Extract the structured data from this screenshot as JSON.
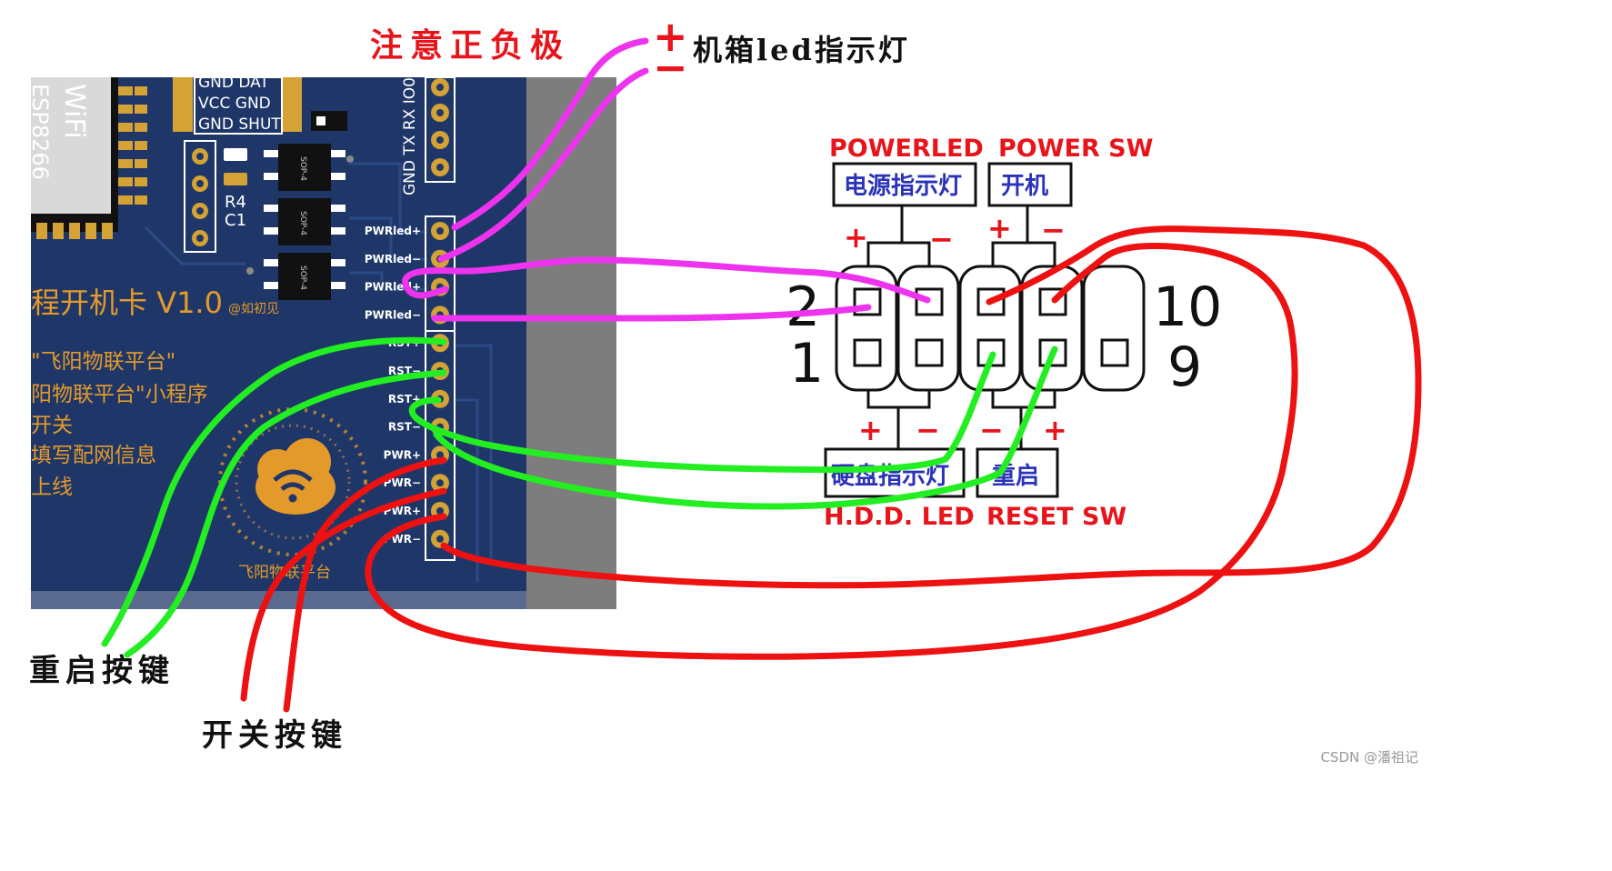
{
  "annotations": {
    "polarity_note": "注意正负极",
    "plus_sign": "+",
    "minus_sign": "−",
    "case_led": "机箱led指示灯",
    "reset_key": "重启按键",
    "power_key": "开关按键",
    "watermark": "CSDN @潘祖记"
  },
  "board": {
    "module_text": [
      "WiFi",
      "ESP8266"
    ],
    "top_header_labels": [
      "GND DAT",
      "VCC GND",
      "GND SHUT"
    ],
    "side_header_labels": [
      "GND",
      "TX",
      "RX",
      "IO0"
    ],
    "chips": [
      "SOP-4",
      "SOP-4",
      "SOP-4"
    ],
    "refdes": [
      "R4",
      "C1"
    ],
    "title": "程开机卡 V1.0",
    "author": "@如初见",
    "desc_lines": [
      "\"飞阳物联平台\"",
      "阳物联平台\"小程序",
      "开关",
      "填写配网信息",
      "上线"
    ],
    "logo_caption": "飞阳物联平台",
    "pins": [
      "PWRled+",
      "PWRled−",
      "PWRled+",
      "PWRled−",
      "RST+",
      "RST−",
      "RST+",
      "RST−",
      "PWR+",
      "PWR−",
      "PWR+",
      "PWR−"
    ]
  },
  "header": {
    "top_groups": [
      {
        "en": "POWERLED",
        "cn": "电源指示灯"
      },
      {
        "en": "POWER SW",
        "cn": "开机"
      }
    ],
    "bottom_groups": [
      {
        "en": "H.D.D. LED",
        "cn": "硬盘指示灯"
      },
      {
        "en": "RESET SW",
        "cn": "重启"
      }
    ],
    "pin_numbers": {
      "top_left": "2",
      "bottom_left": "1",
      "top_right": "10",
      "bottom_right": "9"
    },
    "top_polarity": [
      "+",
      "−",
      "+",
      "−"
    ],
    "bottom_polarity": [
      "+",
      "−",
      "−",
      "+"
    ]
  },
  "colors": {
    "board": "#1f3768",
    "board_edge": "#7d7d7d",
    "silk": "#ffffff",
    "silk_orange": "#e39a2a",
    "pad": "#d4a235",
    "wire_magenta": "#ee33ee",
    "wire_green": "#22ee22",
    "wire_red": "#ee1111",
    "label_red": "#e8141c",
    "label_blue": "#2a33b8",
    "text_black": "#111111"
  }
}
